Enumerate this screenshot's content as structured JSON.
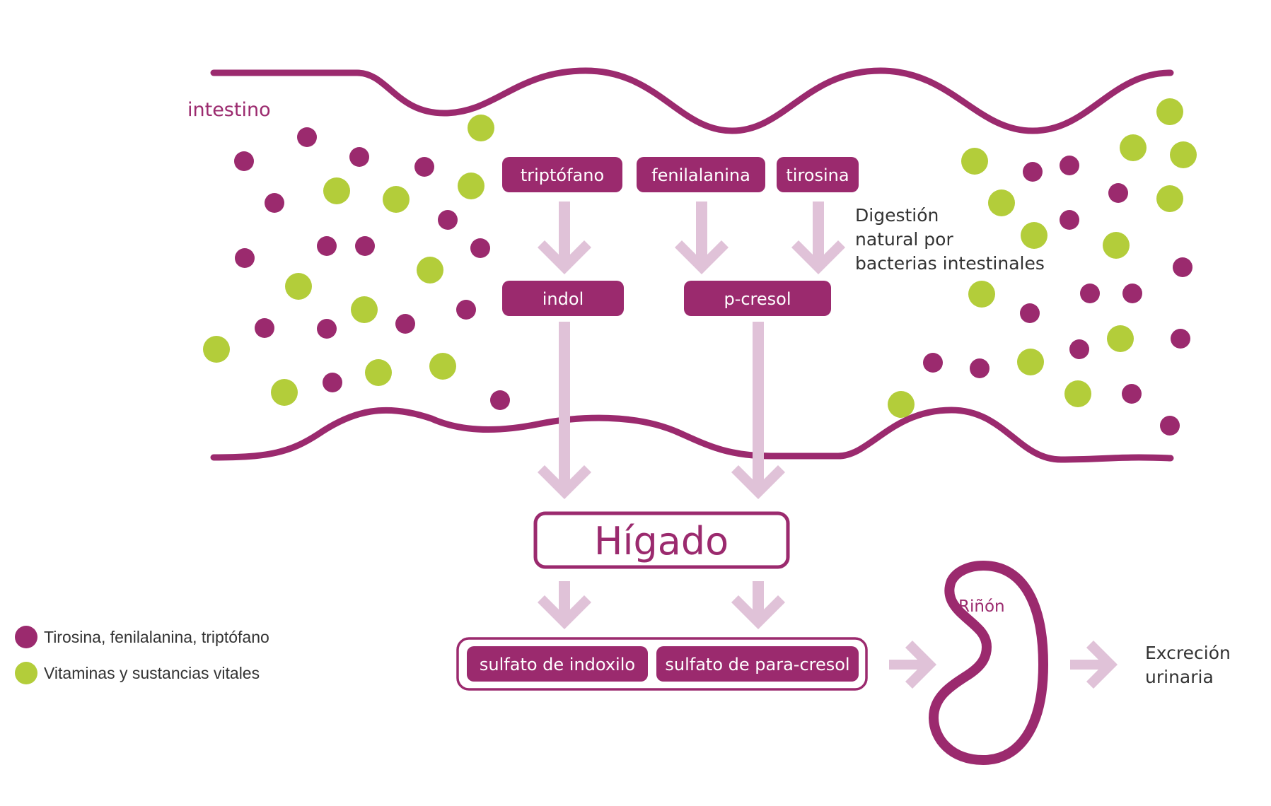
{
  "intestine_label": "intestino",
  "amino_acids": {
    "triptofano": "triptófano",
    "fenilalanina": "fenilalanina",
    "tirosina": "tirosina"
  },
  "digestion_note": [
    "Digestión",
    "natural por",
    "bacterias intestinales"
  ],
  "metabolites": {
    "indol": "indol",
    "p_cresol": "p-cresol"
  },
  "liver_label": "Hígado",
  "sulfates": {
    "indoxilo": "sulfato de indoxilo",
    "para_cresol": "sulfato de para-cresol"
  },
  "kidney_label": "Riñón",
  "excretion_note": [
    "Excreción",
    "urinaria"
  ],
  "legend": {
    "purple": "Tirosina, fenilalanina, triptófano",
    "green": "Vitaminas y sustancias vitales"
  },
  "colors": {
    "purple": "#9b2a6e",
    "green": "#b3cd3a",
    "arrow": "#e0c2d8"
  }
}
